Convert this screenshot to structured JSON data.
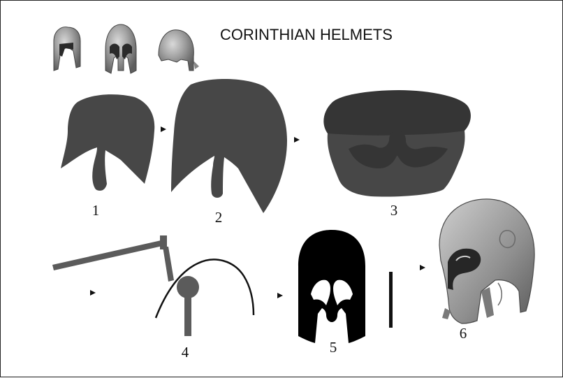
{
  "title": "CORINTHIAN HELMETS",
  "steps": [
    {
      "label": "1"
    },
    {
      "label": "2"
    },
    {
      "label": "3"
    },
    {
      "label": "4"
    },
    {
      "label": "5"
    },
    {
      "label": "6"
    }
  ],
  "colors": {
    "shape_fill": "#474747",
    "shape_dark": "#353535",
    "shape_light": "#5a5a5a",
    "tool_fill": "#5b5b5b",
    "bronze_light": "#bdbdbd",
    "bronze_dark": "#6c6c6c",
    "line": "#111111",
    "background": "#ffffff"
  }
}
